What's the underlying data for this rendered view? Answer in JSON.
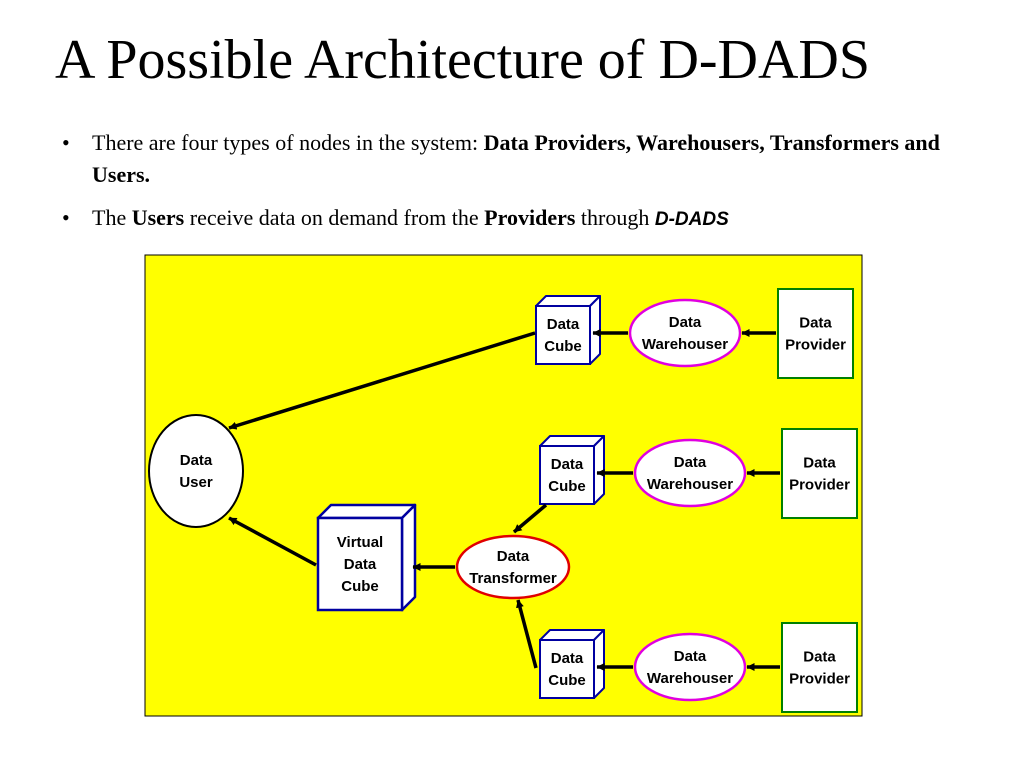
{
  "slide": {
    "title": "A Possible Architecture of D-DADS",
    "bullets": [
      {
        "marker": "•",
        "parts": [
          {
            "text": "There are four types of nodes in the system: ",
            "style": "normal"
          },
          {
            "text": "Data Providers, Warehousers, Transformers and Users.",
            "style": "bold"
          }
        ]
      },
      {
        "marker": "•",
        "parts": [
          {
            "text": "The ",
            "style": "normal"
          },
          {
            "text": "Users",
            "style": "bold"
          },
          {
            "text": " receive data on demand from the ",
            "style": "normal"
          },
          {
            "text": "Providers",
            "style": "bold"
          },
          {
            "text": " through ",
            "style": "normal"
          },
          {
            "text": "D-DADS",
            "style": "sans-bold-italic"
          }
        ]
      }
    ]
  },
  "diagram": {
    "colors": {
      "background": "#ffff00",
      "cube": "#0000a0",
      "warehouser": "#e000e0",
      "provider": "#008000",
      "transformer": "#e00000",
      "user": "#000000"
    },
    "nodes": {
      "user": [
        "Data",
        "User"
      ],
      "virtual_cube": [
        "Virtual",
        "Data",
        "Cube"
      ],
      "transformer": [
        "Data",
        "Transformer"
      ],
      "rows": [
        {
          "cube": [
            "Data",
            "Cube"
          ],
          "warehouser": [
            "Data",
            "Warehouser"
          ],
          "provider": [
            "Data",
            "Provider"
          ]
        },
        {
          "cube": [
            "Data",
            "Cube"
          ],
          "warehouser": [
            "Data",
            "Warehouser"
          ],
          "provider": [
            "Data",
            "Provider"
          ]
        },
        {
          "cube": [
            "Data",
            "Cube"
          ],
          "warehouser": [
            "Data",
            "Warehouser"
          ],
          "provider": [
            "Data",
            "Provider"
          ]
        }
      ]
    }
  }
}
